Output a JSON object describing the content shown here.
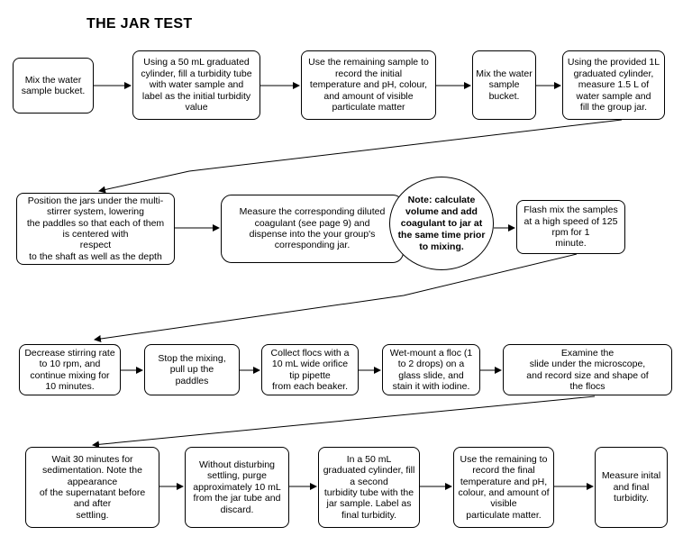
{
  "title": "THE JAR TEST",
  "row1": {
    "step1": "Mix the water\nsample bucket.",
    "step2": "Using a 50 mL graduated\ncylinder, fill a turbidity tube\nwith water sample and\nlabel as the initial turbidity\nvalue",
    "step3": "Use the remaining sample to\nrecord the initial\ntemperature and pH, colour,\nand amount of visible\nparticulate matter",
    "step4": "Mix the water\nsample\nbucket.",
    "step5": "Using the provided 1L\ngraduated cylinder,\nmeasure 1.5 L of\nwater sample and\nfill the group jar."
  },
  "row2": {
    "step1": "Position the jars under the multi-\nstirrer system, lowering\nthe paddles so that each of them\nis centered with\nrespect\nto the shaft as well as the depth",
    "step2": "Measure the corresponding diluted\ncoagulant (see page 9) and\ndispense into the your group's\ncorresponding jar.",
    "note": "Note: calculate\nvolume and add\ncoagulant to jar at\nthe same time prior\nto mixing.",
    "step3": "Flash mix the samples\nat a high speed of 125\nrpm for 1\nminute."
  },
  "row3": {
    "step1": "Decrease stirring rate\nto 10 rpm, and\ncontinue mixing for\n10 minutes.",
    "step2": "Stop the mixing,\npull up the\npaddles",
    "step3": "Collect flocs with a\n10 mL wide orifice\ntip pipette\nfrom each beaker.",
    "step4": "Wet-mount a floc (1\nto 2 drops) on a\nglass slide, and\nstain it with iodine.",
    "step5": "Examine the\nslide under the microscope,\nand record size and shape of\nthe flocs"
  },
  "row4": {
    "step1": "Wait 30 minutes for\nsedimentation. Note the\nappearance\nof the supernatant before\nand after\nsettling.",
    "step2": "Without disturbing\nsettling, purge\napproximately 10 mL\nfrom the jar tube and\ndiscard.",
    "step3": "In a 50 mL\ngraduated cylinder, fill\na second\nturbidity tube with the\njar sample. Label as\nfinal turbidity.",
    "step4": "Use the remaining to\nrecord the final\ntemperature and pH,\ncolour, and amount of\nvisible\nparticulate matter.",
    "step5": "Measure inital\nand final\nturbidity."
  }
}
